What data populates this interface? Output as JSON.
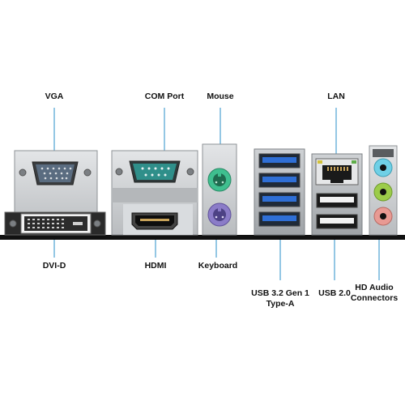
{
  "labels": {
    "vga": "VGA",
    "com_port": "COM Port",
    "mouse": "Mouse",
    "lan": "LAN",
    "dvi_d": "DVI-D",
    "hdmi": "HDMI",
    "keyboard": "Keyboard",
    "usb32": "USB 3.2 Gen 1\nType-A",
    "usb20": "USB 2.0",
    "hd_audio": "HD Audio\nConnectors"
  },
  "colors": {
    "leader_line": "#5aa9d6",
    "mouse_port": "#3fbf8f",
    "keyboard_port": "#8b7cc8",
    "usb3_blue": "#2f6fd6",
    "audio_blue": "#6fd0e6",
    "audio_green": "#9ccc4a",
    "audio_pink": "#e89a93",
    "com_teal": "#2f8f8a",
    "board_black": "#111111",
    "metal": "#c9cbcd"
  },
  "icons": [
    "vga-port-icon",
    "com-port-icon",
    "ps2-mouse-icon",
    "ps2-keyboard-icon",
    "dvi-port-icon",
    "hdmi-port-icon",
    "usb3-port-icon",
    "usb2-port-icon",
    "lan-port-icon",
    "audio-jack-icon"
  ]
}
